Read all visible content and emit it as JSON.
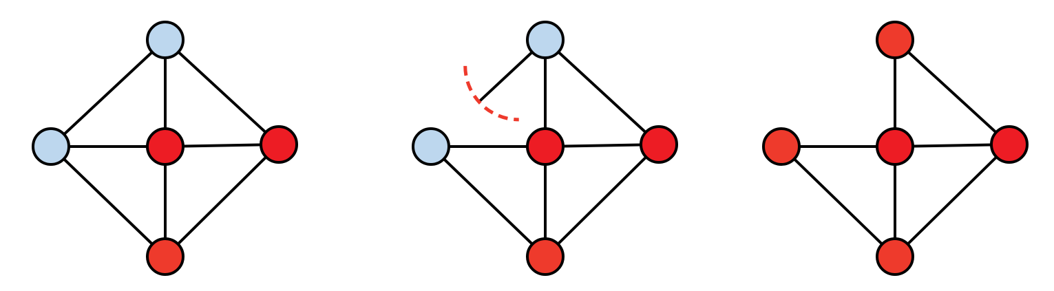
{
  "colors": {
    "infected_dark": "#ed1c24",
    "infected_light": "#ee3a2c",
    "susceptible": "#bdd7ee",
    "edge": "#000000",
    "cut_marker": "#ee3a2c"
  },
  "diagrams": [
    {
      "id": "graph-1",
      "nodes": [
        {
          "id": "top",
          "state": "susceptible"
        },
        {
          "id": "left",
          "state": "susceptible"
        },
        {
          "id": "center",
          "state": "infected_dark"
        },
        {
          "id": "right",
          "state": "infected_dark"
        },
        {
          "id": "bottom",
          "state": "infected_light"
        }
      ],
      "edges": [
        [
          "top",
          "left"
        ],
        [
          "top",
          "center"
        ],
        [
          "top",
          "right"
        ],
        [
          "left",
          "center"
        ],
        [
          "left",
          "bottom"
        ],
        [
          "center",
          "right"
        ],
        [
          "center",
          "bottom"
        ],
        [
          "right",
          "bottom"
        ]
      ],
      "cut_edges": []
    },
    {
      "id": "graph-2",
      "nodes": [
        {
          "id": "top",
          "state": "susceptible"
        },
        {
          "id": "left",
          "state": "susceptible"
        },
        {
          "id": "center",
          "state": "infected_dark"
        },
        {
          "id": "right",
          "state": "infected_dark"
        },
        {
          "id": "bottom",
          "state": "infected_light"
        }
      ],
      "edges": [
        [
          "top",
          "center"
        ],
        [
          "top",
          "right"
        ],
        [
          "left",
          "center"
        ],
        [
          "left",
          "bottom"
        ],
        [
          "center",
          "right"
        ],
        [
          "center",
          "bottom"
        ],
        [
          "right",
          "bottom"
        ]
      ],
      "cut_edges": [
        [
          "top",
          "left"
        ]
      ]
    },
    {
      "id": "graph-3",
      "nodes": [
        {
          "id": "top",
          "state": "infected_light"
        },
        {
          "id": "left",
          "state": "infected_light"
        },
        {
          "id": "center",
          "state": "infected_dark"
        },
        {
          "id": "right",
          "state": "infected_dark"
        },
        {
          "id": "bottom",
          "state": "infected_light"
        }
      ],
      "edges": [
        [
          "top",
          "center"
        ],
        [
          "top",
          "right"
        ],
        [
          "left",
          "center"
        ],
        [
          "left",
          "bottom"
        ],
        [
          "center",
          "right"
        ],
        [
          "center",
          "bottom"
        ],
        [
          "right",
          "bottom"
        ]
      ],
      "cut_edges": []
    }
  ]
}
